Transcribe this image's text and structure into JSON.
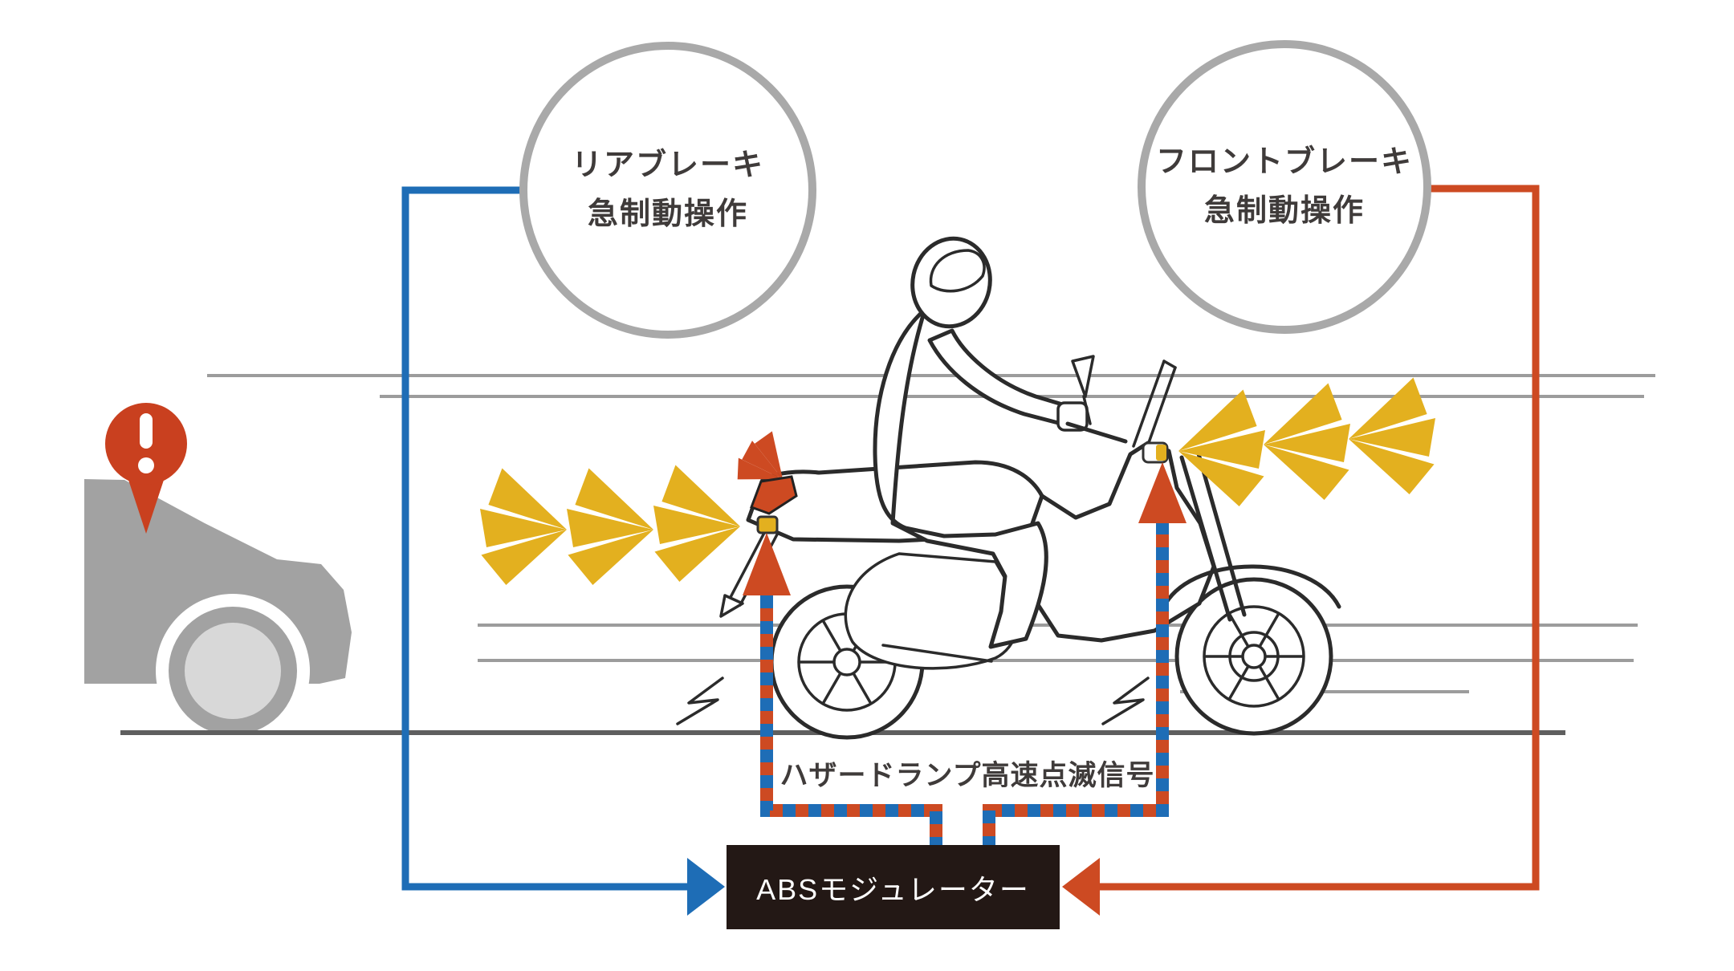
{
  "title": "emergency-stop-signal-diagram",
  "circles": {
    "rear": {
      "line1": "リアブレーキ",
      "line2": "急制動操作"
    },
    "front": {
      "line1": "フロントブレーキ",
      "line2": "急制動操作"
    }
  },
  "hazard_label": "ハザードランプ高速点滅信号",
  "abs_box_label": "ABSモジュレーター",
  "colors": {
    "blue": "#1e6db6",
    "red": "#cd4a22",
    "pinred": "#c9401f",
    "yellow": "#e3b01f",
    "circle-border": "#a9a9a9",
    "text-dark": "#3f3b3a",
    "box-bg": "#231815",
    "car-gray": "#a2a2a2",
    "car-wheel": "#d8d8d8",
    "ground": "#5f5f5f",
    "speedline": "#9c9c9c",
    "ink": "#2b2b2b"
  },
  "icons": [
    "warning-pin-icon",
    "hazard-burst-icon",
    "tail-flash-icon",
    "tail-lamp-icon",
    "turn-signal-lamp-icon",
    "arrow-up-icon",
    "arrow-right-icon",
    "arrow-left-icon"
  ]
}
